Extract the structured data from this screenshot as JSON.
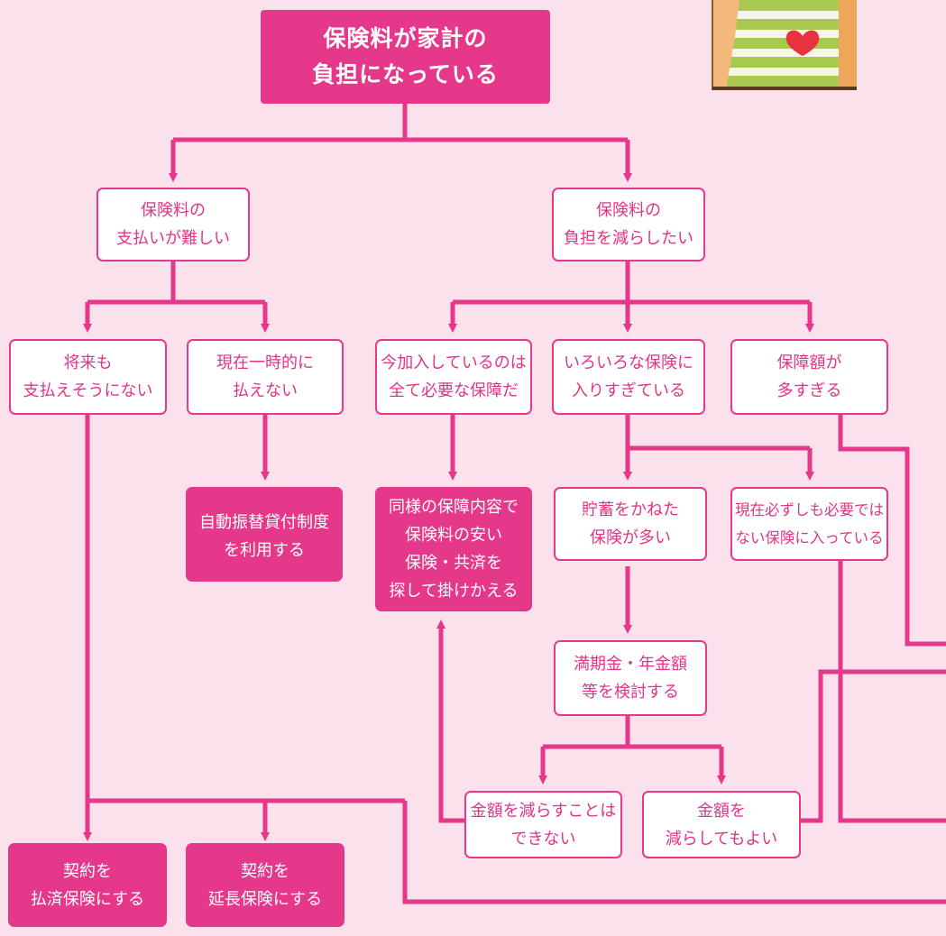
{
  "colors": {
    "background": "#fae1ec",
    "accent": "#e5388a",
    "outline_text": "#e03585",
    "box_fill": "#ffffff"
  },
  "illustration": {
    "subject": "person in green-and-white striped top with a red heart, hand on chin"
  },
  "nodes": {
    "top": "保険料が家計の\n負担になっている",
    "cant_pay": "保険料の\n支払いが難しい",
    "reduce": "保険料の\n負担を減らしたい",
    "future": "将来も\n支払えそうにない",
    "temporary": "現在一時的に\n払えない",
    "needed": "今加入しているのは\n全て必要な保障だ",
    "too_many": "いろいろな保険に\n入りすぎている",
    "too_much": "保障額が\n多すぎる",
    "auto_loan": "自動振替貸付制度\nを利用する",
    "switch": "同様の保障内容で\n保険料の安い\n保険・共済を\n探して掛けかえる",
    "savings": "貯蓄をかねた\n保険が多い",
    "unnecessary": "現在必ずしも必要では\nない保険に入っている",
    "review": "満期金・年金額\n等を検討する",
    "cannot_reduce": "金額を減らすことは\nできない",
    "can_reduce": "金額を\n減らしてもよい",
    "paid_up": "契約を\n払済保険にする",
    "extended": "契約を\n延長保険にする"
  }
}
